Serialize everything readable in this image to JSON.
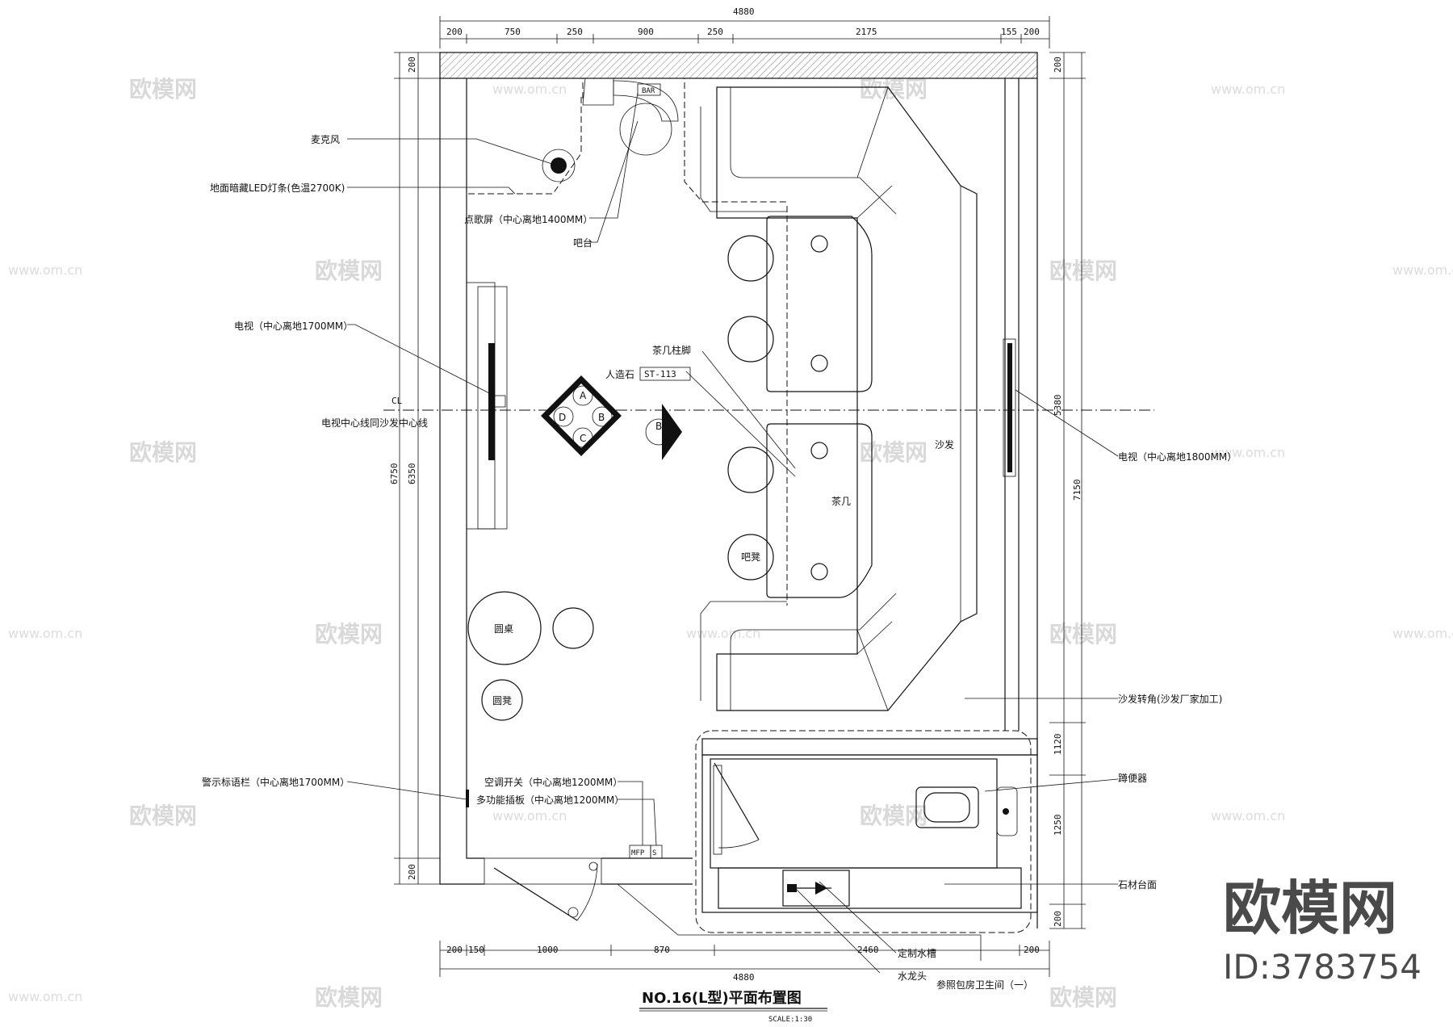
{
  "dimensions": {
    "top_total": "4880",
    "top_segments": [
      "200",
      "750",
      "250",
      "900",
      "250",
      "2175",
      "155",
      "200"
    ],
    "bottom_total": "4880",
    "bottom_segments": [
      "200",
      "150",
      "1000",
      "870",
      "2460",
      "200"
    ],
    "left_outer": "6750",
    "left_inner": "6350",
    "left_top": "200",
    "left_bottom": "200",
    "right_outer": "7150",
    "right_main": "5380",
    "right_top": "200",
    "right_1": "1120",
    "right_2": "1250",
    "right_3": "200"
  },
  "labels": {
    "microphone": "麦克风",
    "led_strip": "地面暗藏LED灯条(色温2700K)",
    "order_screen": "点歌屏（中心离地1400MM）",
    "bar_counter": "吧台",
    "tv_left": "电视（中心离地1700MM）",
    "tv_centerline": "电视中心线同沙发中心线",
    "table_leg": "茶几柱脚",
    "artificial_stone": "人造石",
    "stone_code": "ST-113",
    "sofa": "沙发",
    "coffee_table": "茶几",
    "bar_stool": "吧凳",
    "round_table": "圆桌",
    "round_stool": "圆凳",
    "tv_right": "电视（中心离地1800MM）",
    "sofa_corner": "沙发转角(沙发厂家加工)",
    "toilet": "蹲便器",
    "stone_counter": "石材台面",
    "warning_sign": "警示标语栏（中心离地1700MM）",
    "ac_switch": "空调开关（中心离地1200MM）",
    "multi_panel": "多功能插板（中心离地1200MM）",
    "sink": "定制水槽",
    "faucet": "水龙头",
    "reference": "参照包房卫生间（一）",
    "bar_tag": "BAR",
    "cl": "CL",
    "elev_a": "A",
    "elev_b": "B",
    "elev_c": "C",
    "elev_d": "D",
    "elev_b2": "B",
    "sw_tag": "S",
    "mfp_tag": "MFP"
  },
  "title": {
    "main": "NO.16(L型)平面布置图",
    "scale": "SCALE:1:30"
  },
  "watermarks": {
    "cn": "欧模网",
    "url": "www.om.cn",
    "brand": "欧模网",
    "id": "ID:3783754"
  }
}
